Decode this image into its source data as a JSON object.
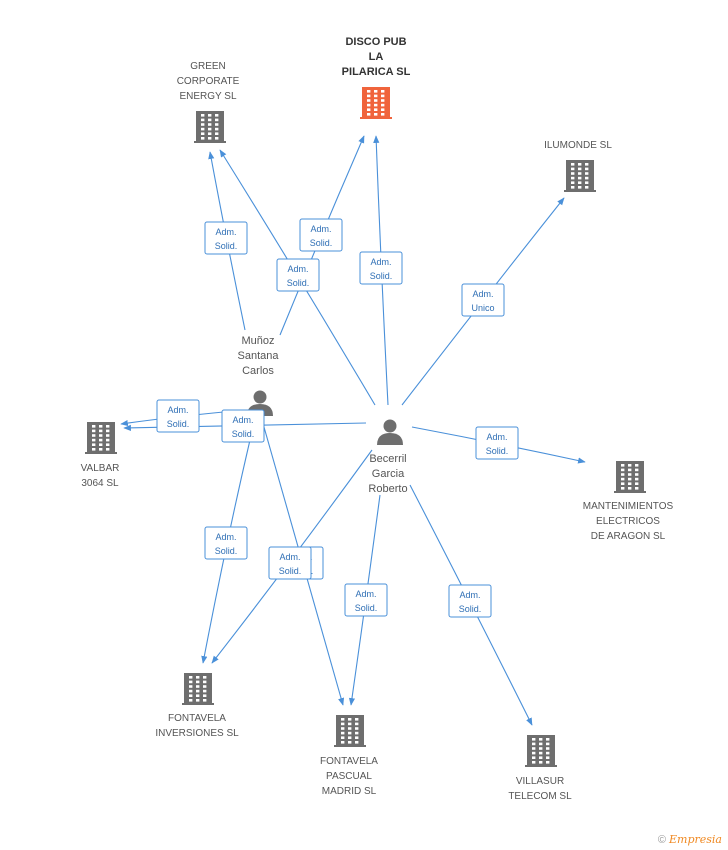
{
  "colors": {
    "edge": "#4a90d9",
    "company": "#6e6e6e",
    "focus_company": "#f0643c",
    "person": "#6e6e6e"
  },
  "companies": [
    {
      "id": "disco",
      "lines": [
        "DISCO PUB",
        "LA",
        "PILARICA SL"
      ],
      "focus": true
    },
    {
      "id": "green",
      "lines": [
        "GREEN",
        "CORPORATE",
        "ENERGY SL"
      ]
    },
    {
      "id": "ilumonde",
      "lines": [
        "ILUMONDE SL"
      ]
    },
    {
      "id": "valbar",
      "lines": [
        "VALBAR",
        "3064 SL"
      ]
    },
    {
      "id": "mantenimientos",
      "lines": [
        "MANTENIMIENTOS",
        "ELECTRICOS",
        "DE ARAGON SL"
      ]
    },
    {
      "id": "fontavela_inv",
      "lines": [
        "FONTAVELA",
        "INVERSIONES SL"
      ]
    },
    {
      "id": "fontavela_pascual",
      "lines": [
        "FONTAVELA",
        "PASCUAL",
        "MADRID SL"
      ]
    },
    {
      "id": "villasur",
      "lines": [
        "VILLASUR",
        "TELECOM SL"
      ]
    }
  ],
  "persons": [
    {
      "id": "munoz",
      "lines": [
        "Muñoz",
        "Santana",
        "Carlos"
      ]
    },
    {
      "id": "becerril",
      "lines": [
        "Becerril",
        "Garcia",
        "Roberto"
      ]
    }
  ],
  "edges": [
    {
      "from": "munoz",
      "to": "green",
      "role": [
        "Adm.",
        "Solid."
      ]
    },
    {
      "from": "munoz",
      "to": "disco",
      "role": [
        "Adm.",
        "Solid."
      ]
    },
    {
      "from": "munoz",
      "to": "valbar",
      "role": [
        "Adm.",
        "Solid."
      ]
    },
    {
      "from": "munoz",
      "to": "fontavela_inv",
      "role": [
        "Adm.",
        "Solid."
      ]
    },
    {
      "from": "munoz",
      "to": "fontavela_pascual",
      "role": [
        "Adm.",
        "Solid."
      ]
    },
    {
      "from": "becerril",
      "to": "green",
      "role": [
        "Adm.",
        "Solid."
      ]
    },
    {
      "from": "becerril",
      "to": "disco",
      "role": [
        "Adm.",
        "Solid."
      ]
    },
    {
      "from": "becerril",
      "to": "ilumonde",
      "role": [
        "Adm.",
        "Unico"
      ]
    },
    {
      "from": "becerril",
      "to": "valbar",
      "role": [
        "Adm.",
        "Solid."
      ]
    },
    {
      "from": "becerril",
      "to": "mantenimientos",
      "role": [
        "Adm.",
        "Solid."
      ]
    },
    {
      "from": "becerril",
      "to": "fontavela_inv",
      "role": [
        "Adm.",
        "Solid."
      ]
    },
    {
      "from": "becerril",
      "to": "fontavela_pascual",
      "role": [
        "Adm.",
        "Solid."
      ]
    },
    {
      "from": "becerril",
      "to": "villasur",
      "role": [
        "Adm.",
        "Solid."
      ]
    }
  ],
  "footer": {
    "copyright": "©",
    "brand": "Empresia"
  }
}
